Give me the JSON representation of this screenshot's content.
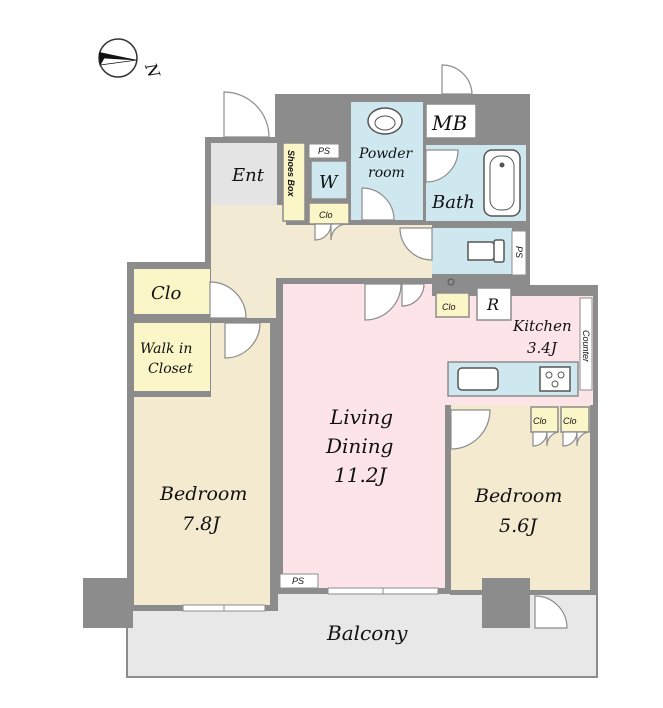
{
  "compass": {
    "label": "N"
  },
  "rooms": {
    "ent": "Ent",
    "shoes_box": "Shoes Box",
    "ps_top": "PS",
    "powder_line1": "Powder",
    "powder_line2": "room",
    "mb": "MB",
    "w": "W",
    "clo_hall": "Clo",
    "bath": "Bath",
    "ps_right": "PS",
    "clo_left": "Clo",
    "clo_small": "Clo",
    "r": "R",
    "kitchen_line1": "Kitchen",
    "kitchen_line2": "3.4J",
    "counter": "Counter",
    "walkin_line1": "Walk in",
    "walkin_line2": "Closet",
    "living_line1": "Living",
    "living_line2": "Dining",
    "living_line3": "11.2J",
    "clo_br2_a": "Clo",
    "clo_br2_b": "Clo",
    "bedroom1_line1": "Bedroom",
    "bedroom1_line2": "7.8J",
    "bedroom2_line1": "Bedroom",
    "bedroom2_line2": "5.6J",
    "ps_bottom": "PS",
    "balcony": "Balcony"
  },
  "colors": {
    "wall": "#8c8c8c",
    "corridor": "#f2ead3",
    "wet": "#cfe8f0",
    "living": "#fce4e8",
    "bedroom": "#f3ead0",
    "closet": "#fbf6c8",
    "entrance": "#e4e4e4",
    "balcony": "#e8e8e8"
  }
}
